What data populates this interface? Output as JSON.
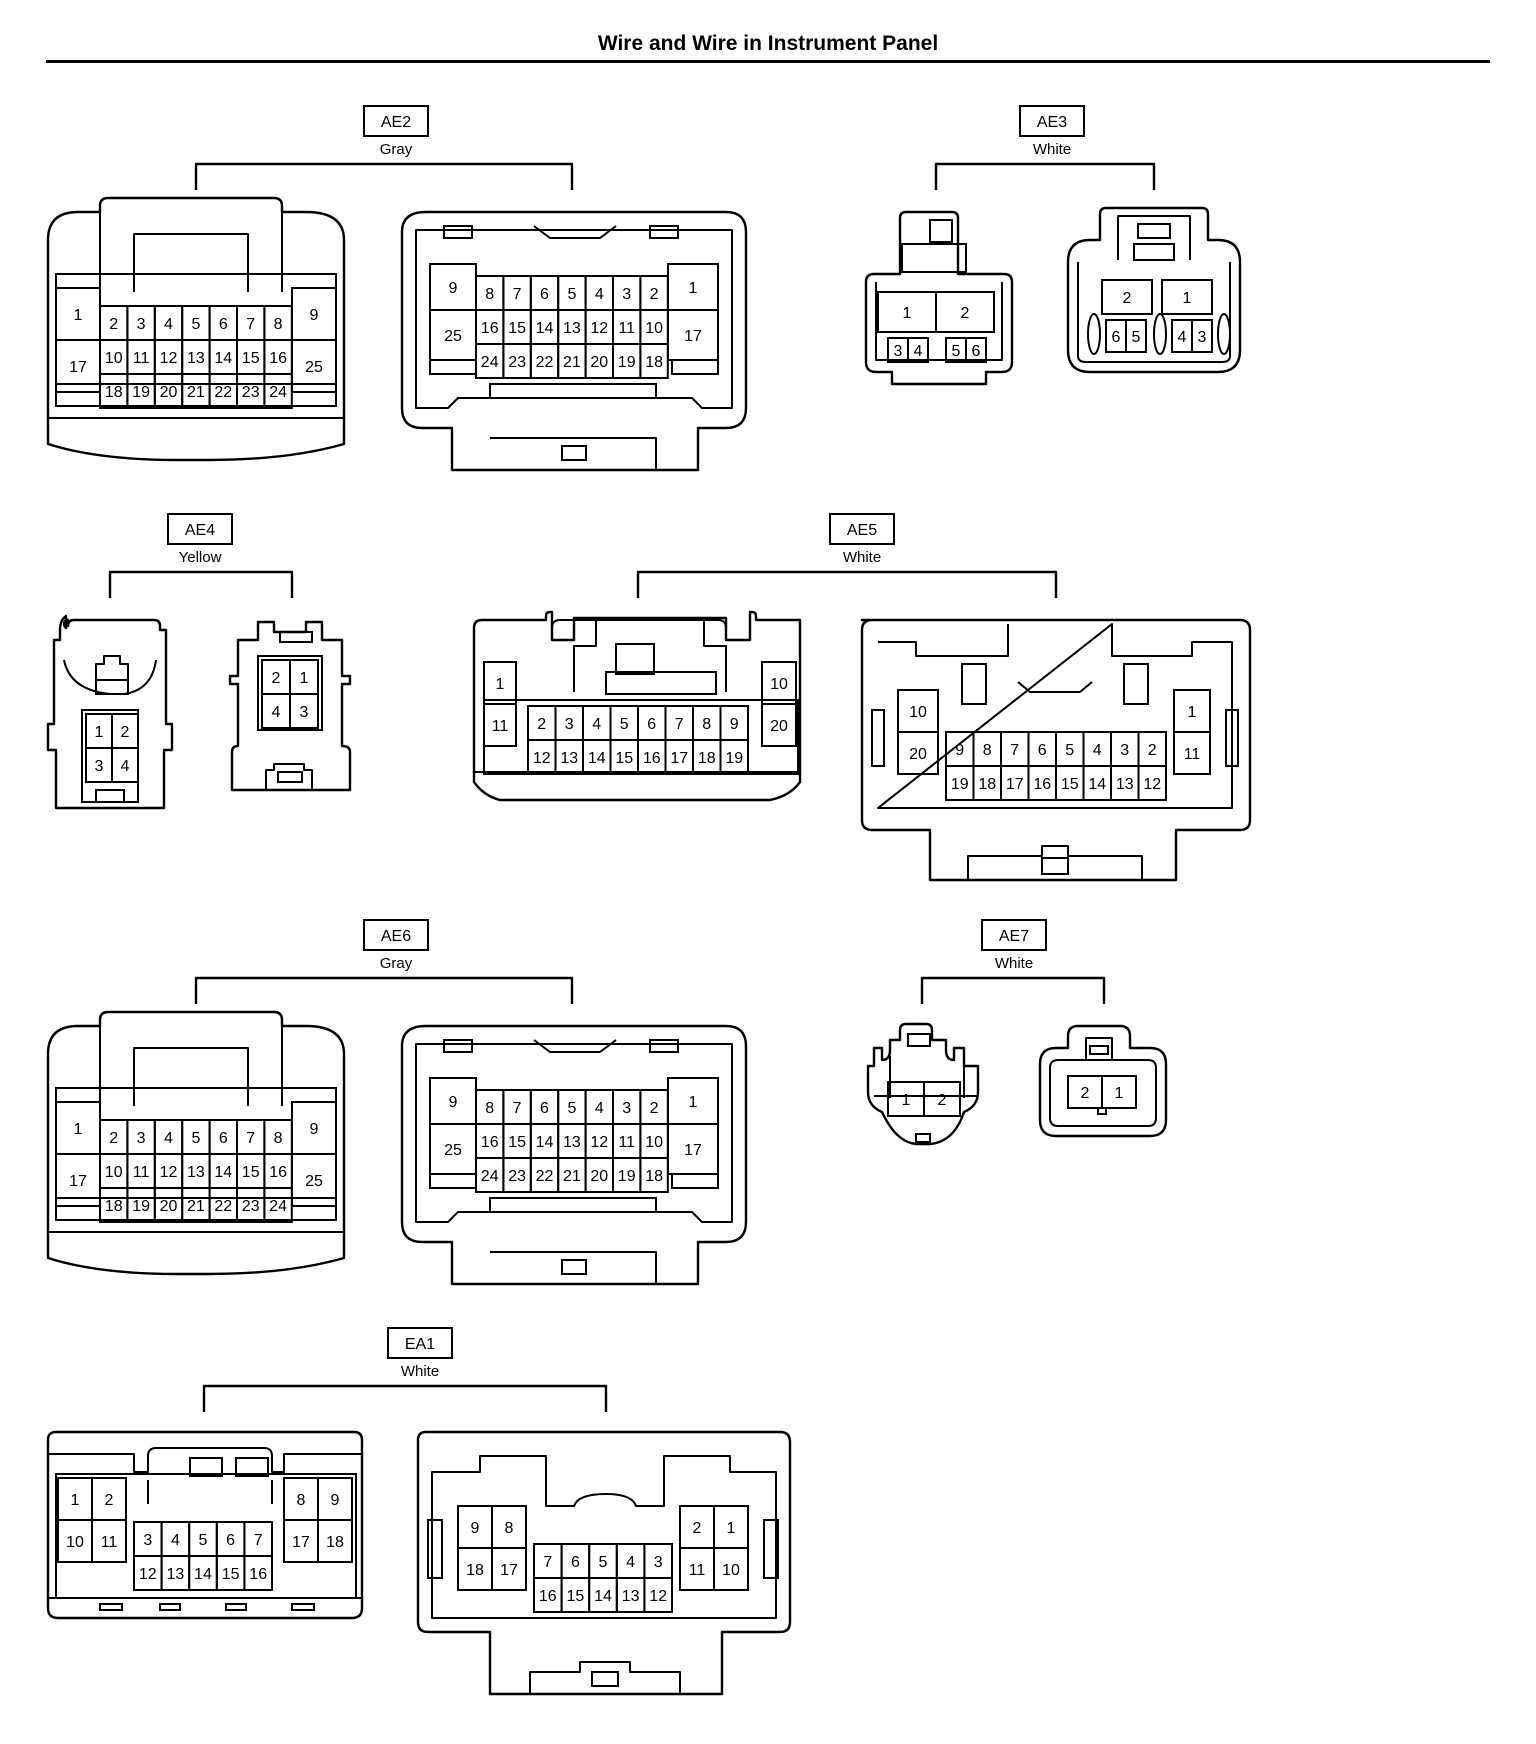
{
  "page": {
    "title": "Wire and Wire in Instrument Panel"
  },
  "connectors": [
    {
      "id": "AE2",
      "color": "Gray"
    },
    {
      "id": "AE3",
      "color": "White"
    },
    {
      "id": "AE4",
      "color": "Yellow"
    },
    {
      "id": "AE5",
      "color": "White"
    },
    {
      "id": "AE6",
      "color": "Gray"
    },
    {
      "id": "AE7",
      "color": "White"
    },
    {
      "id": "EA1",
      "color": "White"
    }
  ],
  "pins": {
    "AE2_left": [
      "1",
      "17",
      "2",
      "3",
      "4",
      "5",
      "6",
      "7",
      "8",
      "10",
      "11",
      "12",
      "13",
      "14",
      "15",
      "16",
      "18",
      "19",
      "20",
      "21",
      "22",
      "23",
      "24",
      "9",
      "25"
    ],
    "AE2_right": [
      "9",
      "25",
      "8",
      "7",
      "6",
      "5",
      "4",
      "3",
      "2",
      "16",
      "15",
      "14",
      "13",
      "12",
      "11",
      "10",
      "24",
      "23",
      "22",
      "21",
      "20",
      "19",
      "18",
      "1",
      "17"
    ],
    "AE3_left": [
      "1",
      "2",
      "3",
      "4",
      "5",
      "6"
    ],
    "AE3_right": [
      "2",
      "1",
      "6",
      "5",
      "4",
      "3"
    ],
    "AE4_left": [
      "1",
      "2",
      "3",
      "4"
    ],
    "AE4_right": [
      "2",
      "1",
      "4",
      "3"
    ],
    "AE5_left": [
      "1",
      "11",
      "2",
      "3",
      "4",
      "5",
      "6",
      "7",
      "8",
      "9",
      "12",
      "13",
      "14",
      "15",
      "16",
      "17",
      "18",
      "19",
      "10",
      "20"
    ],
    "AE5_right": [
      "10",
      "20",
      "9",
      "8",
      "7",
      "6",
      "5",
      "4",
      "3",
      "2",
      "19",
      "18",
      "17",
      "16",
      "15",
      "14",
      "13",
      "12",
      "1",
      "11"
    ],
    "AE6_left": [
      "1",
      "17",
      "2",
      "3",
      "4",
      "5",
      "6",
      "7",
      "8",
      "10",
      "11",
      "12",
      "13",
      "14",
      "15",
      "16",
      "18",
      "19",
      "20",
      "21",
      "22",
      "23",
      "24",
      "9",
      "25"
    ],
    "AE6_right": [
      "9",
      "25",
      "8",
      "7",
      "6",
      "5",
      "4",
      "3",
      "2",
      "16",
      "15",
      "14",
      "13",
      "12",
      "11",
      "10",
      "24",
      "23",
      "22",
      "21",
      "20",
      "19",
      "18",
      "1",
      "17"
    ],
    "AE7_left": [
      "1",
      "2"
    ],
    "AE7_right": [
      "2",
      "1"
    ],
    "EA1_left": [
      "1",
      "2",
      "10",
      "11",
      "3",
      "4",
      "5",
      "6",
      "7",
      "12",
      "13",
      "14",
      "15",
      "16",
      "8",
      "9",
      "17",
      "18"
    ],
    "EA1_right": [
      "9",
      "8",
      "18",
      "17",
      "7",
      "6",
      "5",
      "4",
      "3",
      "16",
      "15",
      "14",
      "13",
      "12",
      "2",
      "1",
      "11",
      "10"
    ]
  }
}
